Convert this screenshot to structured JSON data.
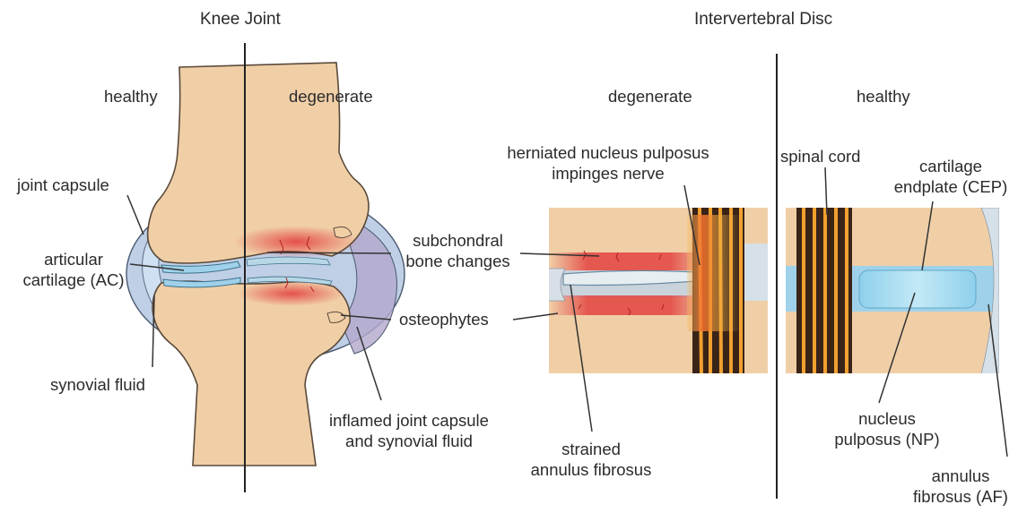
{
  "titles": {
    "knee": "Knee Joint",
    "disc": "Intervertebral Disc"
  },
  "knee": {
    "healthy": "healthy",
    "degenerate": "degenerate",
    "joint_capsule": "joint capsule",
    "articular_cartilage": [
      "articular",
      "cartilage (AC)"
    ],
    "synovial_fluid": "synovial fluid",
    "subchondral": [
      "subchondral",
      "bone changes"
    ],
    "osteophytes": "osteophytes",
    "inflamed": [
      "inflamed joint capsule",
      "and synovial fluid"
    ]
  },
  "disc": {
    "degenerate": "degenerate",
    "healthy": "healthy",
    "herniated": [
      "herniated nucleus pulposus",
      "impinges nerve"
    ],
    "strained": [
      "strained",
      "annulus fibrosus"
    ],
    "spinal_cord": "spinal cord",
    "cep": [
      "cartilage",
      "endplate (CEP)"
    ],
    "np": [
      "nucleus",
      "pulposus (NP)"
    ],
    "af": [
      "annulus",
      "fibrosus (AF)"
    ]
  },
  "colors": {
    "bone": "#f0cfa7",
    "bone_outline": "#5a4a3a",
    "capsule": "#a9bfdc",
    "cartilage": "#9fd2ea",
    "nucleus": "#a8dcf0",
    "inflammation": "#e23a3a",
    "nerve_orange": "#f0a030",
    "nerve_dark": "#3a2418",
    "leader": "#333333"
  }
}
